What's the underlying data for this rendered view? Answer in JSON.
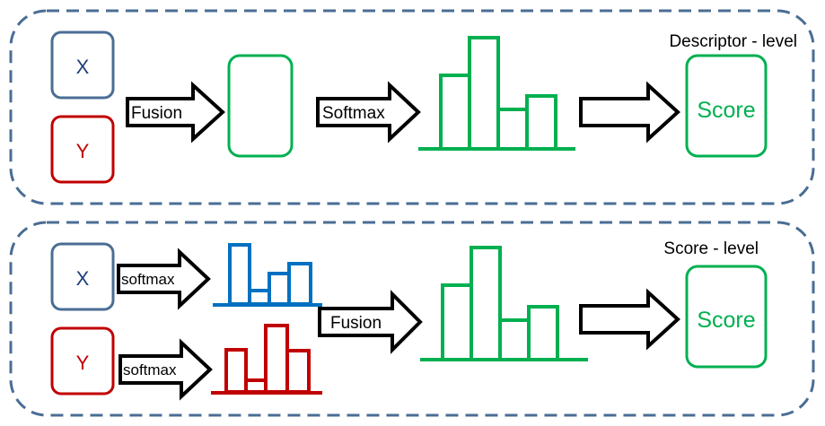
{
  "panels": [
    {
      "title": "Descriptor - level",
      "input_x": "X",
      "input_y": "Y",
      "arrow1_label": "Fusion",
      "arrow2_label": "Softmax",
      "output_label": "Score"
    },
    {
      "title": "Score - level",
      "input_x": "X",
      "input_y": "Y",
      "softmax_x_label": "softmax",
      "softmax_y_label": "softmax",
      "fusion_label": "Fusion",
      "output_label": "Score"
    }
  ],
  "colors": {
    "panel_border": "#4a6d94",
    "x_box": "#4a6d94",
    "x_text": "#1f3f7a",
    "y_box": "#c00000",
    "green": "#00b050",
    "blue_hist": "#0070c0",
    "red_hist": "#c00000",
    "arrow": "#000000"
  },
  "icons": [
    "histogram-icon",
    "block-arrow-icon"
  ]
}
